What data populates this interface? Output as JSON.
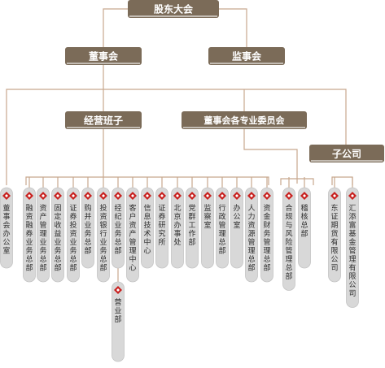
{
  "colors": {
    "header_box": "#7b6b58",
    "header_text": "#ffffff",
    "line": "#c8a88e",
    "pill_fill": "#d8d8d8",
    "pill_stroke": "#c4c4c4",
    "logo_red": "#c8201e",
    "dept_text": "#2d2d2d"
  },
  "org_chart": {
    "shareholders": "股东大会",
    "board": "董事会",
    "supervisors": "监事会",
    "management": "经营班子",
    "committees": "董事会各专业委员会",
    "subsidiaries_header": "子公司"
  },
  "departments": [
    {
      "name": "董事会办公室",
      "icon": "company-logo-icon"
    },
    {
      "name": "融资融券业务总部",
      "icon": "company-logo-icon"
    },
    {
      "name": "资产管理业务总部",
      "icon": "company-logo-icon"
    },
    {
      "name": "固定收益业务总部",
      "icon": "company-logo-icon"
    },
    {
      "name": "证券投资业务总部",
      "icon": "company-logo-icon"
    },
    {
      "name": "购并业务总部",
      "icon": "company-logo-icon"
    },
    {
      "name": "投资银行业务总部",
      "icon": "company-logo-icon"
    },
    {
      "name": "经纪业务总部",
      "icon": "company-logo-icon"
    },
    {
      "name": "客户资产管理中心",
      "icon": "company-logo-icon"
    },
    {
      "name": "信息技术中心",
      "icon": "company-logo-icon"
    },
    {
      "name": "证券研究所",
      "icon": "company-logo-icon"
    },
    {
      "name": "北京办事处",
      "icon": "company-logo-icon"
    },
    {
      "name": "党群工作部",
      "icon": "company-logo-icon"
    },
    {
      "name": "监察室",
      "icon": "company-logo-icon"
    },
    {
      "name": "行政管理总部",
      "icon": "company-logo-icon"
    },
    {
      "name": "办公室",
      "icon": "company-logo-icon"
    },
    {
      "name": "人力资源管理总部",
      "icon": "company-logo-icon"
    },
    {
      "name": "资金财务管理总部",
      "icon": "company-logo-icon"
    },
    {
      "name": "合规与风险管理总部",
      "icon": "company-logo-icon"
    },
    {
      "name": "稽核总部",
      "icon": "company-logo-icon"
    },
    {
      "name": "东证期货有限公司",
      "icon": "company-logo-icon"
    },
    {
      "name": "汇添富基金管理有限公司",
      "icon": "company-logo-icon"
    }
  ],
  "sub_departments": [
    {
      "name": "营业部",
      "icon": "company-logo-icon"
    }
  ]
}
